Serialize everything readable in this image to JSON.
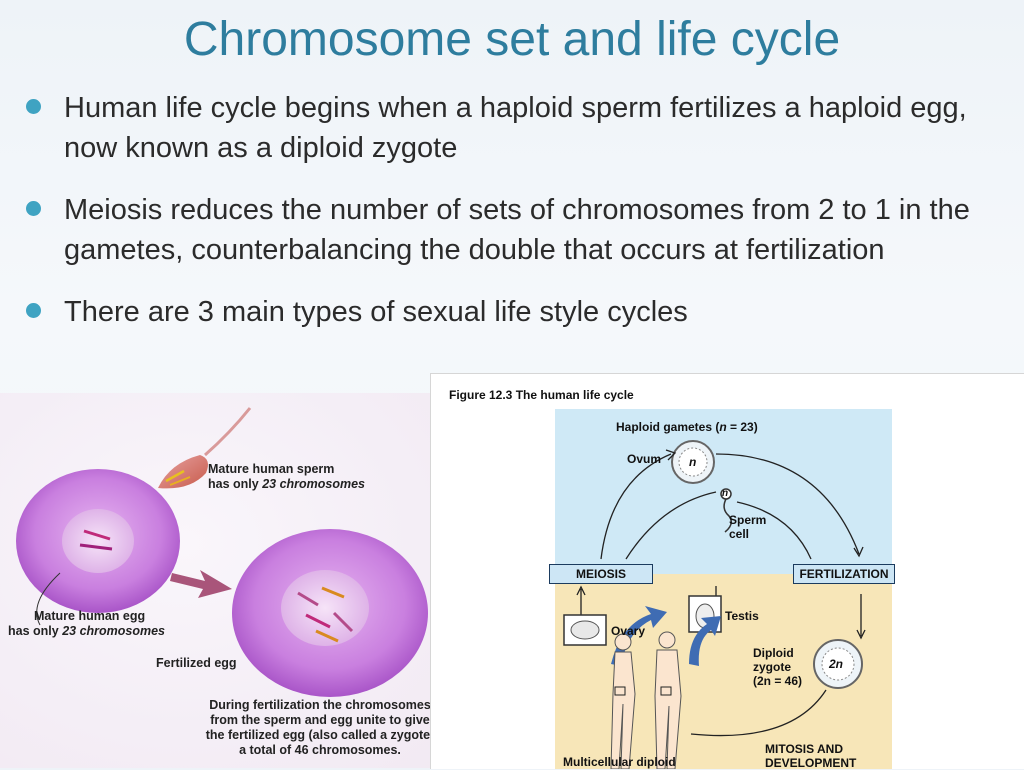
{
  "slide": {
    "title": "Chromosome set and life cycle",
    "bullets": [
      "Human life cycle begins when a haploid sperm fertilizes a haploid egg, now known as a diploid zygote",
      "Meiosis reduces the number of sets of chromosomes from 2 to 1 in the gametes, counterbalancing the double that occurs at fertilization",
      "There are 3 main types of sexual life style cycles"
    ]
  },
  "egg_figure": {
    "sperm_label_1": "Mature human sperm",
    "sperm_label_2_prefix": "has only ",
    "sperm_label_2_italic": "23 chromosomes",
    "egg_label_1": "Mature human egg",
    "egg_label_2_prefix": "has only ",
    "egg_label_2_italic": "23 chromosomes",
    "fertilized_label": "Fertilized egg",
    "caption": [
      "During fertilization the chromosomes",
      "from the sperm and egg unite to give",
      "the fertilized egg (also called a zygote)",
      "a total of 46 chromosomes."
    ]
  },
  "life_cycle_figure": {
    "caption": "Figure 12.3  The human life cycle",
    "haploid_label_prefix": "Haploid gametes (",
    "haploid_label_n": "n",
    "haploid_label_suffix": " = 23)",
    "ovum": "Ovum",
    "ovum_n": "n",
    "sperm_n": "n",
    "sperm_cell_1": "Sperm",
    "sperm_cell_2": "cell",
    "meiosis": "MEIOSIS",
    "fertilization": "FERTILIZATION",
    "ovary": "Ovary",
    "testis": "Testis",
    "zygote_1": "Diploid",
    "zygote_2": "zygote",
    "zygote_3": "(2n = 46)",
    "zygote_2n": "2n",
    "mitosis_1": "MITOSIS AND",
    "mitosis_2": "DEVELOPMENT",
    "multicellular": "Multicellular diploid"
  }
}
